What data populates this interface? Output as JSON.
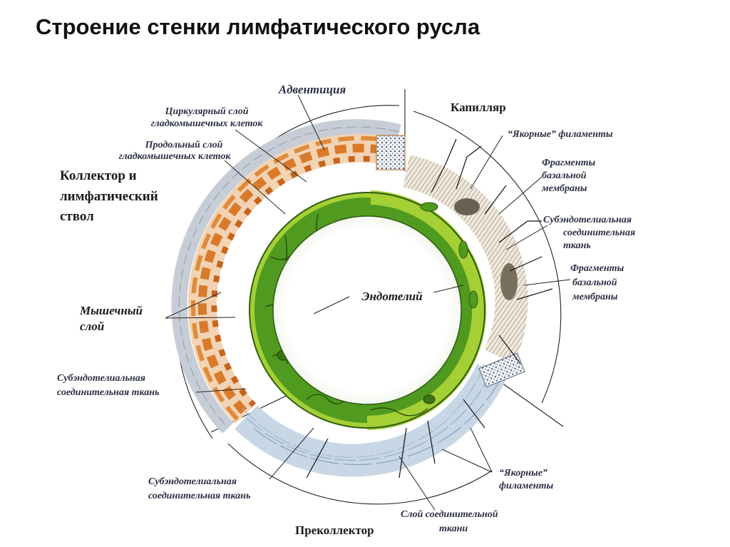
{
  "title": "Строение стенки лимфатического русла",
  "sections": {
    "capillary": "Капилляр",
    "collector_line1": "Коллектор  и",
    "collector_line2": "лимфатический",
    "collector_line3": "ствол",
    "precollector": "Преколлектор"
  },
  "labels": {
    "adventitia": "Адвентиция",
    "circular_line1": "Циркулярный слой",
    "circular_line2": "гладкомышечных клеток",
    "longitudinal_line1": "Продольный слой",
    "longitudinal_line2": "гладкомышечных клеток",
    "anchor_top": "“Якорные” филаменты",
    "basal_top_line1": "Фрагменты",
    "basal_top_line2": "базальной",
    "basal_top_line3": "мембраны",
    "subendo_right_line1": "Субэндотелиальная",
    "subendo_right_line2": "соединительная",
    "subendo_right_line3": "ткань",
    "basal_mid_line1": "Фрагменты",
    "basal_mid_line2": "базальной",
    "basal_mid_line3": "мембраны",
    "endothelium": "Эндотелий",
    "muscle_line1": "Мышечный",
    "muscle_line2": "слой",
    "subendo_left_line1": "Субэндотелиальная",
    "subendo_left_line2": "соединительная ткань",
    "subendo_bottom_line1": "Субэндотелиальная",
    "subendo_bottom_line2": "соединительная ткань",
    "anchor_bottom_line1": "“Якорные”",
    "anchor_bottom_line2": "филаменты",
    "connective_line1": "Слой  соединительной",
    "connective_line2": "ткани"
  },
  "colors": {
    "endothelium_green": "#4f9a1f",
    "endothelium_light": "#a4cf35",
    "muscle_orange": "#d97a2a",
    "connective_blue": "#b8cde0",
    "adventitia_gray": "#8f9aa8"
  }
}
